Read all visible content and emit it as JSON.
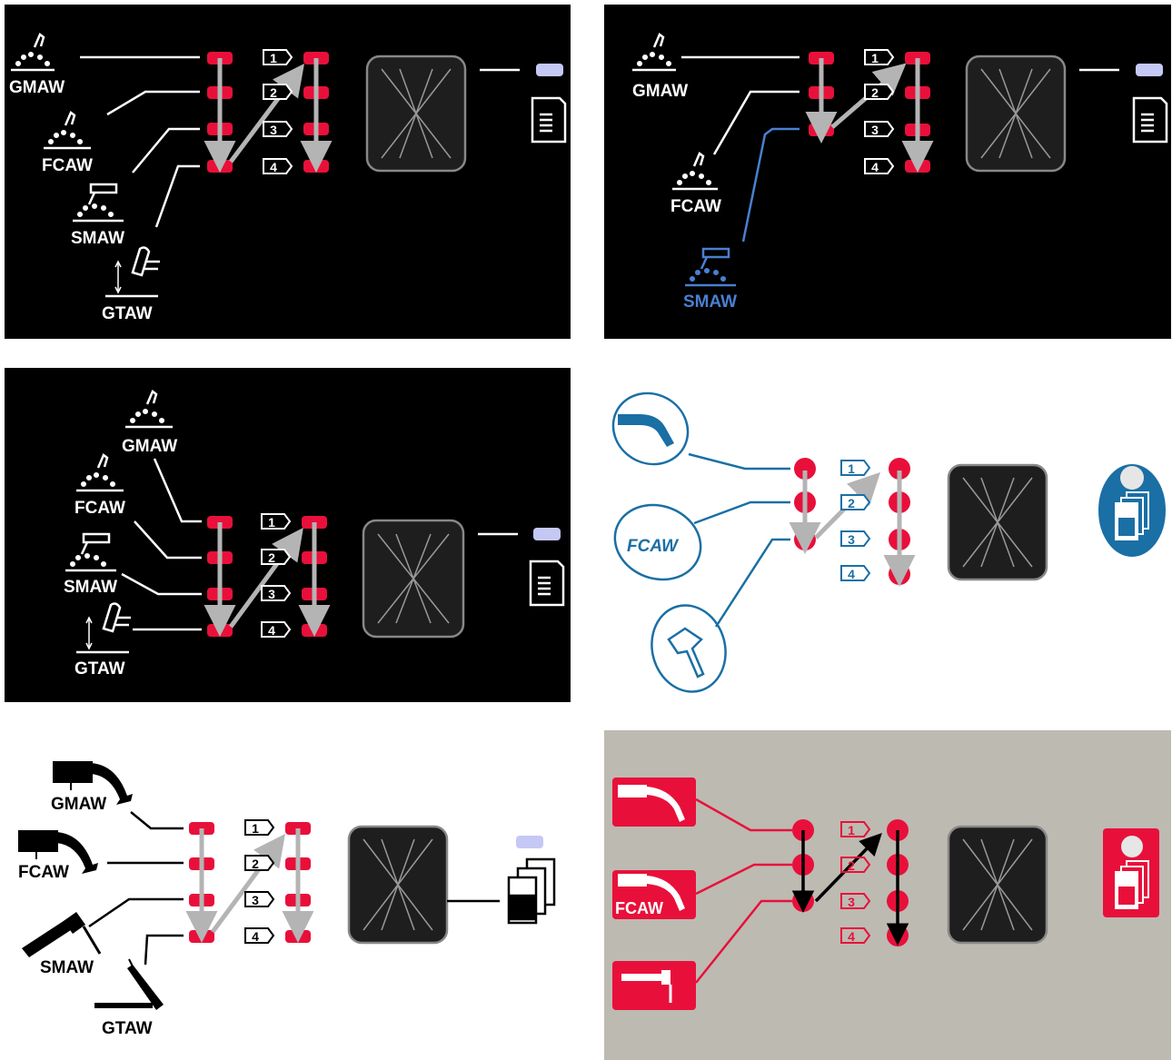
{
  "processes": {
    "gmaw": "GMAW",
    "fcaw": "FCAW",
    "smaw": "SMAW",
    "gtaw": "GTAW"
  },
  "memory_slots": [
    "1",
    "2",
    "3",
    "4"
  ],
  "colors": {
    "panel_black": "#000000",
    "panel_gray": "#bdbab2",
    "led_red": "#e8103a",
    "led_lavender": "#c5c8f5",
    "arrow_gray": "#b4b4b4",
    "blue_highlight": "#4a7fd0",
    "blue_steel": "#1a6fa5",
    "display_bg": "#1e1e1e"
  },
  "icons": [
    "gmaw-torch-icon",
    "fcaw-torch-icon",
    "smaw-holder-icon",
    "gtaw-torch-icon",
    "memory-card-icon",
    "memory-stack-icon",
    "display-screen-icon"
  ]
}
